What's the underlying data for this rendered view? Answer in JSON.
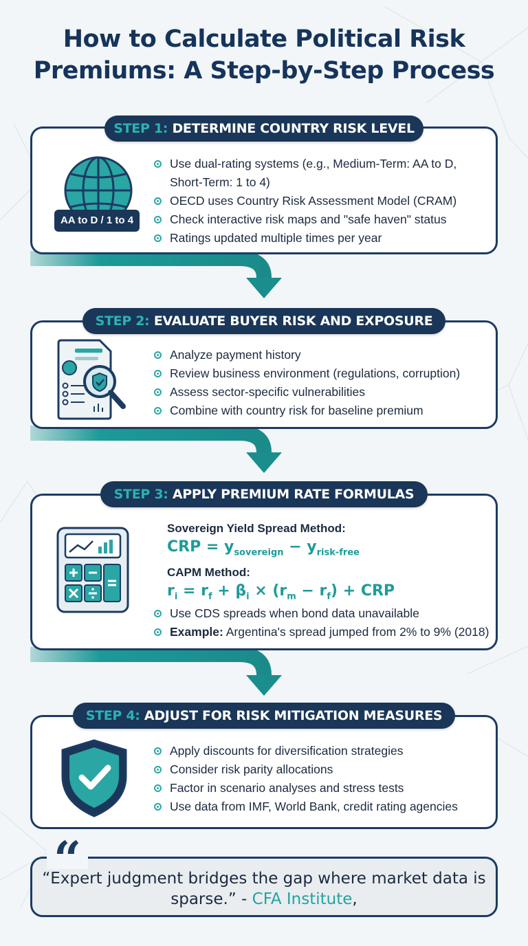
{
  "title": {
    "line1": "How to Calculate Political Risk",
    "line2": "Premiums: A Step-by-Step Process"
  },
  "colors": {
    "navy": "#1a3658",
    "teal": "#2aa6a4",
    "background": "#f2f6f8"
  },
  "steps": [
    {
      "number": "STEP 1:",
      "title": "DETERMINE COUNTRY RISK LEVEL",
      "icon": "globe-icon",
      "icon_label": "AA to D / 1 to 4",
      "bullets": [
        "Use dual-rating systems (e.g., Medium-Term: AA to D, Short-Term: 1 to 4)",
        "OECD uses Country Risk Assessment Model (CRAM)",
        "Check interactive risk maps and \"safe haven\" status",
        "Ratings updated multiple times per year"
      ]
    },
    {
      "number": "STEP 2:",
      "title": "EVALUATE BUYER RISK AND EXPOSURE",
      "icon": "document-magnifier-icon",
      "bullets": [
        "Analyze payment history",
        "Review business environment (regulations, corruption)",
        "Assess sector-specific vulnerabilities",
        "Combine with country risk for baseline premium"
      ]
    },
    {
      "number": "STEP 3:",
      "title": "APPLY PREMIUM RATE FORMULAS",
      "icon": "calculator-icon",
      "formulas": {
        "sovereign_heading": "Sovereign Yield Spread Method:",
        "sovereign_lhs": "CRP = y",
        "sovereign_sub1": "sovereign",
        "sovereign_minus": " − y",
        "sovereign_sub2": "risk-free",
        "capm_heading": "CAPM Method:",
        "capm_formula": "rᵢ = r_f + βᵢ × (r_m − r_f) + CRP"
      },
      "bullets": [
        "Use CDS spreads when bond data unavailable"
      ],
      "example_label": "Example:",
      "example_text": " Argentina's spread jumped from 2% to 9% (2018)"
    },
    {
      "number": "STEP 4:",
      "title": "ADJUST FOR RISK MITIGATION MEASURES",
      "icon": "shield-check-icon",
      "bullets": [
        "Apply discounts for diversification strategies",
        "Consider risk parity allocations",
        "Factor in scenario analyses and stress tests",
        "Use data from IMF, World Bank, credit rating agencies"
      ]
    }
  ],
  "quote": {
    "mark": "“",
    "text": "“Expert judgment bridges the gap where market data is sparse.” -",
    "source": "CFA Institute",
    "trail": ","
  }
}
